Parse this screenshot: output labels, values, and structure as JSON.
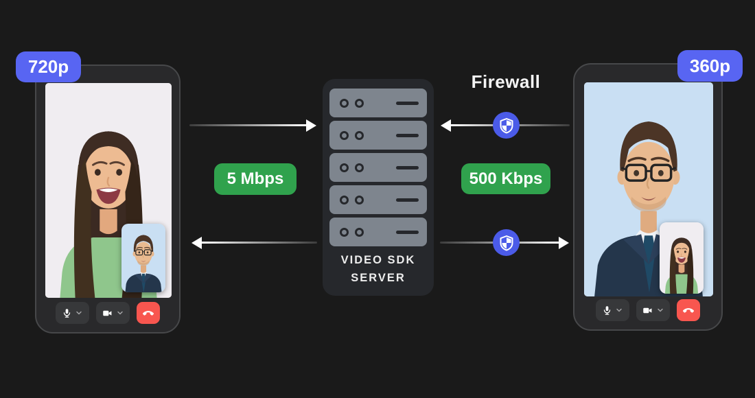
{
  "diagram_title": "video-sdk-bandwidth-firewall-diagram",
  "left_phone": {
    "resolution_badge": "720p",
    "main_feed_person": "woman-smiling-green-sweater",
    "pip_feed_person": "man-glasses-navy-suit",
    "controls": [
      "mic",
      "camera",
      "hangup"
    ]
  },
  "right_phone": {
    "resolution_badge": "360p",
    "main_feed_person": "man-glasses-navy-suit",
    "pip_feed_person": "woman-smiling-green-sweater",
    "controls": [
      "mic",
      "camera",
      "hangup"
    ]
  },
  "server": {
    "label_line1": "VIDEO SDK",
    "label_line2": "SERVER",
    "rack_units": 5
  },
  "connections": {
    "firewall_label": "Firewall",
    "left_upstream_label": "5 Mbps",
    "right_downstream_label": "500 Kbps",
    "arrows": [
      {
        "from": "left-phone",
        "to": "server",
        "direction": "right"
      },
      {
        "from": "right-phone",
        "to": "server",
        "direction": "left",
        "through": "firewall-shield"
      },
      {
        "from": "server",
        "to": "left-phone",
        "direction": "left"
      },
      {
        "from": "server",
        "to": "right-phone",
        "direction": "right",
        "through": "firewall-shield"
      }
    ]
  },
  "icons": {
    "mic": "microphone glyph",
    "camera": "video-camera glyph",
    "hangup": "call-end handset glyph",
    "chevron": "chevron-down",
    "shield": "quartered security shield in blue circle",
    "server_rack": "5 stacked rack units with two ports and one dash each"
  },
  "colors": {
    "background": "#1A1A1A",
    "phone_frame": "#29292B",
    "phone_border": "#47484A",
    "resolution_badge_purple": "#5865F2",
    "bandwidth_badge_green": "#30A24D",
    "hangup_red": "#F8564F",
    "shield_blue": "#4B5BE8",
    "server_body": "#26282C",
    "server_slat": "#7E858E",
    "arrow_white": "#FFFFFF",
    "text_white": "#F4F4F4"
  }
}
